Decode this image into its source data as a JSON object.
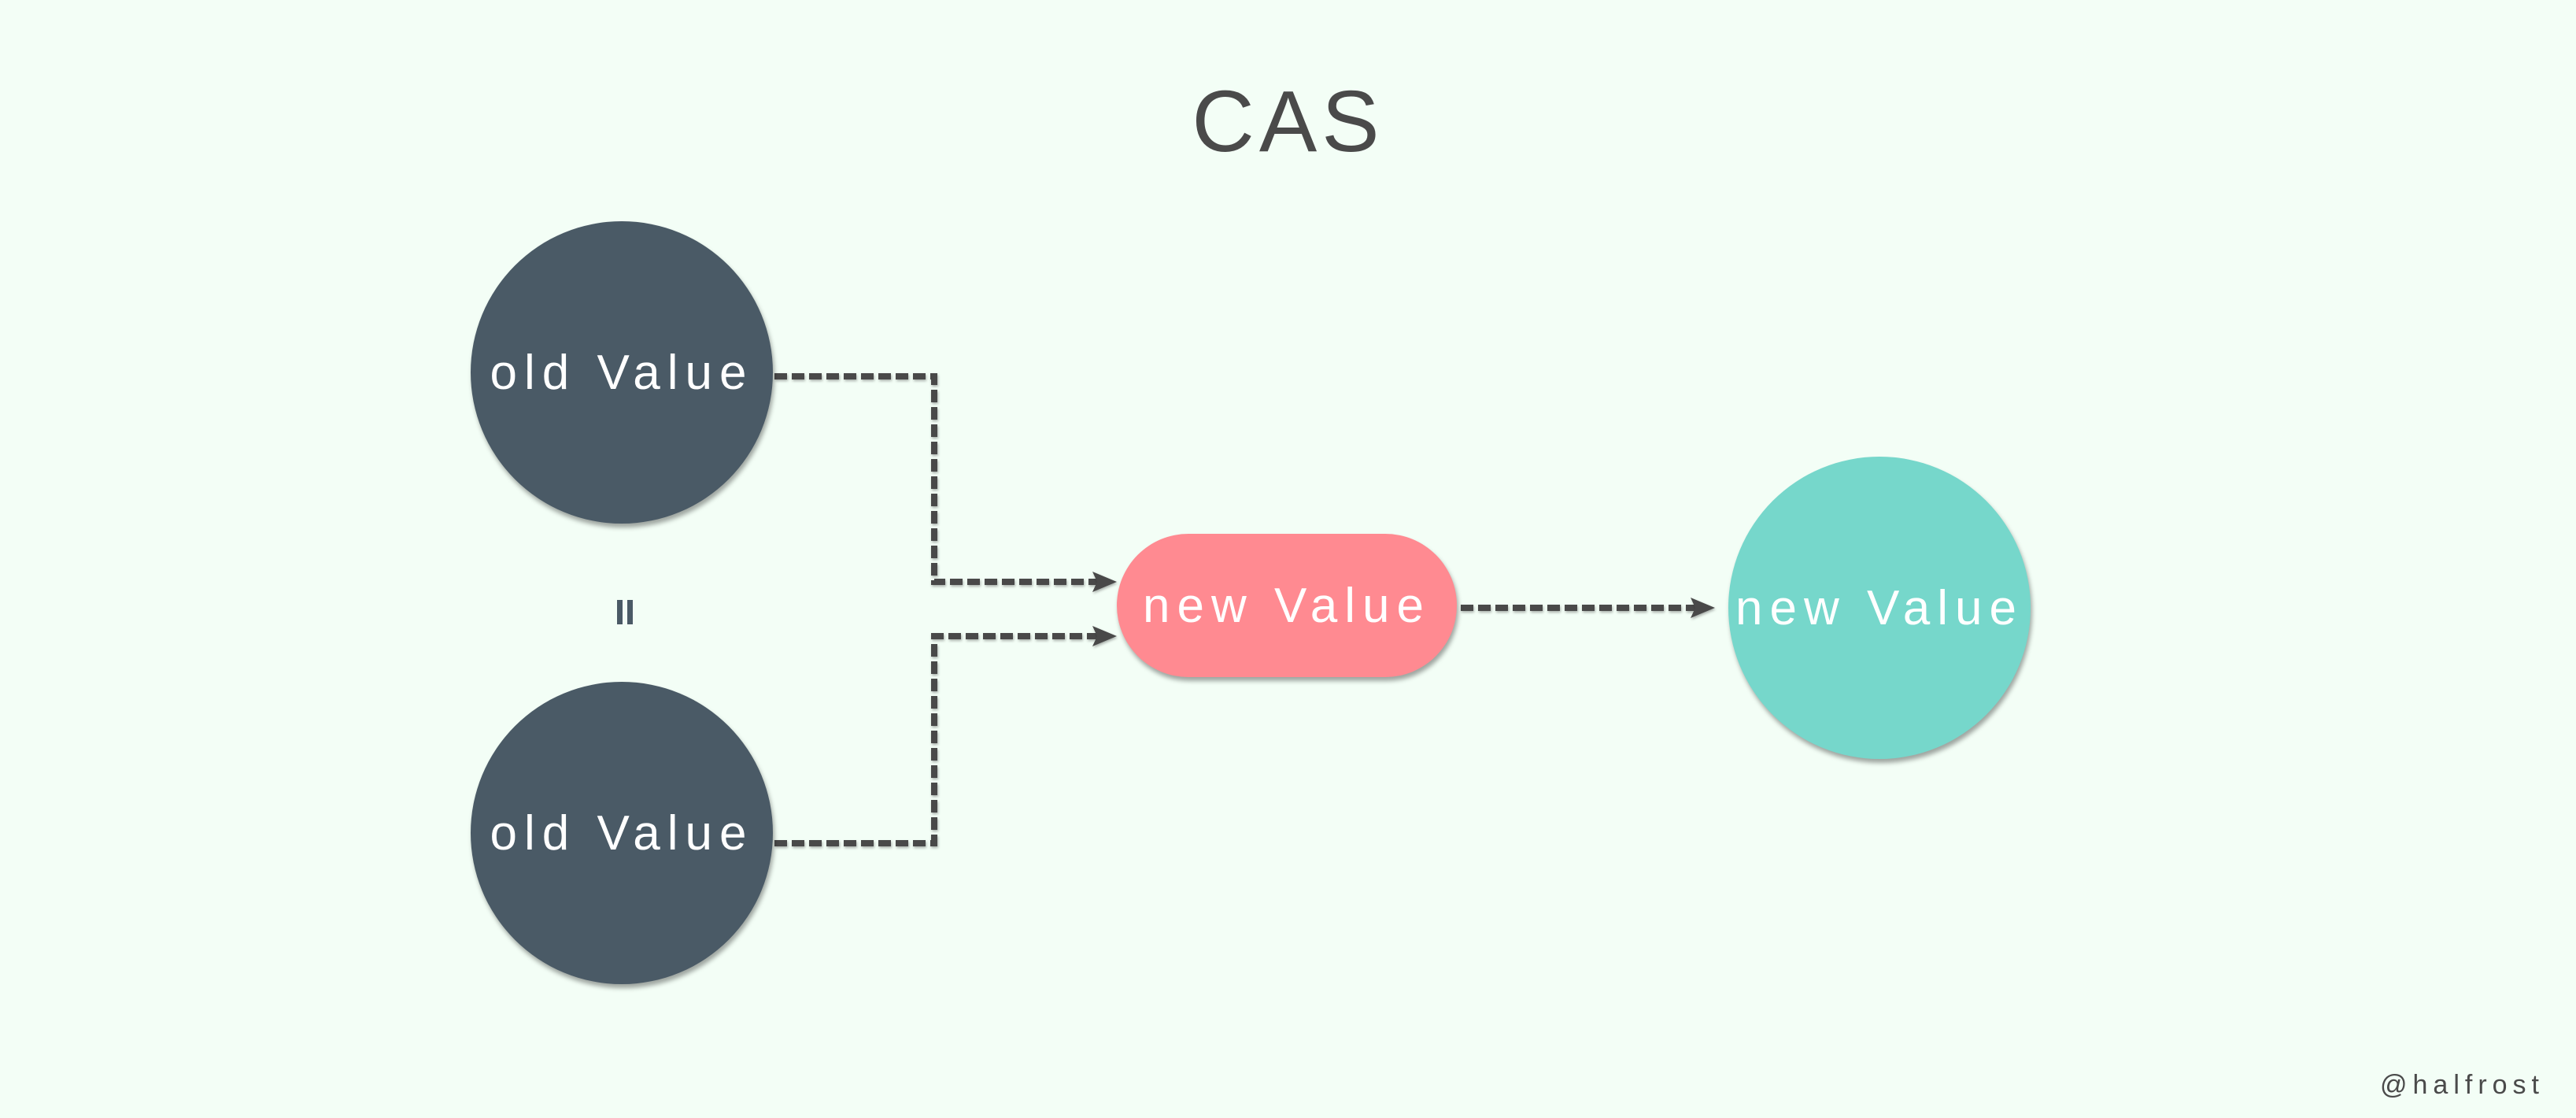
{
  "title": "CAS",
  "nodes": {
    "old_value_top": {
      "label": "old Value",
      "color": "#4a5a66"
    },
    "old_value_bottom": {
      "label": "old Value",
      "color": "#4a5a66"
    },
    "new_value_pill": {
      "label": "new Value",
      "color": "#ff8a91"
    },
    "new_value_result": {
      "label": "new Value",
      "color": "#76d7cb"
    }
  },
  "equality_symbol": "=",
  "edges": [
    {
      "from": "old_value_top",
      "to": "new_value_pill",
      "style": "dashed",
      "arrow": true
    },
    {
      "from": "old_value_bottom",
      "to": "new_value_pill",
      "style": "dashed",
      "arrow": true
    },
    {
      "from": "new_value_pill",
      "to": "new_value_result",
      "style": "dashed",
      "arrow": true
    }
  ],
  "watermark": "@halfrost",
  "colors": {
    "background": "#f3fef6",
    "text": "#4a4a4a",
    "line": "#4a4a4a"
  }
}
